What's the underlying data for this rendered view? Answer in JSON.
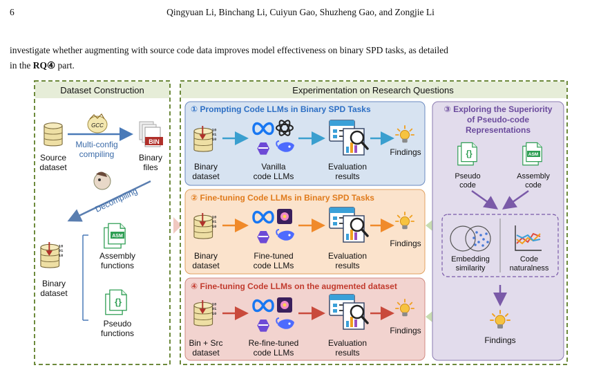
{
  "header": {
    "page_number": "6",
    "authors": "Qingyuan Li, Binchang Li, Cuiyun Gao, Shuzheng Gao, and Zongjie Li"
  },
  "paragraph": {
    "line1": "investigate whether augmenting with source code data improves model effectiveness on binary SPD tasks, as detailed",
    "line2_prefix": "in the ",
    "line2_bold": "RQ④",
    "line2_suffix": " part."
  },
  "figure": {
    "dataset_construction": {
      "title": "Dataset Construction",
      "source_dataset": [
        "Source",
        "dataset"
      ],
      "gcc": "GCC",
      "compile_step": [
        "Multi-config",
        "compiling"
      ],
      "bin_badge": "BIN",
      "binary_files": [
        "Binary",
        "files"
      ],
      "decompile_step": "Decompiling",
      "binary_dataset": [
        "Binary",
        "dataset"
      ],
      "asm_badge": "ASM",
      "assembly_functions": [
        "Assembly",
        "functions"
      ],
      "pseudo_badge": "{}",
      "pseudo_functions": [
        "Pseudo",
        "functions"
      ]
    },
    "experimentation": {
      "title": "Experimentation on Research Questions",
      "rq1": {
        "title": "① Prompting Code LLMs in Binary SPD Tasks",
        "input": [
          "Binary",
          "dataset"
        ],
        "models": [
          "Vanilla",
          "code LLMs"
        ],
        "eval": [
          "Evaluation",
          "results"
        ],
        "findings": "Findings"
      },
      "rq2": {
        "title": "② Fine-tuning Code LLMs in Binary SPD Tasks",
        "input": [
          "Binary",
          "dataset"
        ],
        "models": [
          "Fine-tuned",
          "code LLMs"
        ],
        "eval": [
          "Evaluation",
          "results"
        ],
        "findings": "Findings"
      },
      "rq4": {
        "title": "④ Fine-tuning Code LLMs on the augmented dataset",
        "input": [
          "Bin + Src",
          "dataset"
        ],
        "models": [
          "Re-fine-tuned",
          "code LLMs"
        ],
        "eval": [
          "Evaluation",
          "results"
        ],
        "findings": "Findings"
      },
      "rq3": {
        "title": [
          "③ Exploring the Superiority",
          "of Pseudo-code",
          "Representations"
        ],
        "pseudo_code": [
          "Pseudo",
          "code"
        ],
        "assembly_code": [
          "Assembly",
          "code"
        ],
        "embedding": [
          "Embedding",
          "similarity"
        ],
        "naturalness": [
          "Code",
          "naturalness"
        ],
        "findings": "Findings"
      }
    },
    "colors": {
      "rq1_fill": "#d7e3f1",
      "rq1_title": "#2d6fc4",
      "rq2_fill": "#fbe3cc",
      "rq2_title": "#e07b1c",
      "rq4_fill": "#f2d3cf",
      "rq4_title": "#c23b2e",
      "rq3_fill": "#e2dcec",
      "rq3_title": "#6a4a9c",
      "outer_border": "#6d8a3c",
      "outer_header": "#e6edd8"
    }
  }
}
